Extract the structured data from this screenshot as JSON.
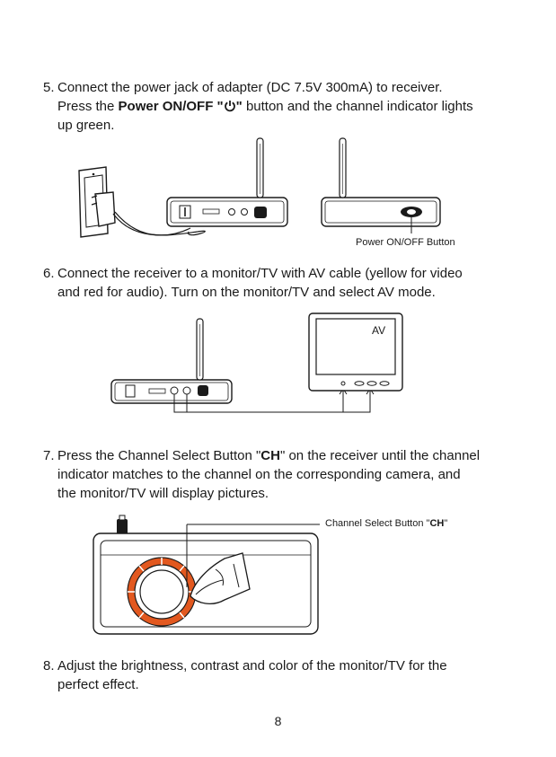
{
  "step5": {
    "number": "5.",
    "line1": "Connect the power jack of adapter (DC 7.5V 300mA) to receiver.",
    "line2_pre": "Press the ",
    "line2_bold": "Power ON/OFF",
    "line2_quote_open": " \"",
    "line2_quote_close": "\"",
    "line2_post": " button and the channel indicator lights",
    "line3": "up green.",
    "icon": "power-icon"
  },
  "figure5": {
    "caption": "Power ON/OFF Button"
  },
  "step6": {
    "number": "6.",
    "line1": "Connect the receiver to a monitor/TV with AV cable (yellow for video",
    "line2": "and red for audio). Turn on the monitor/TV and select AV mode."
  },
  "figure6": {
    "screen_label": "AV"
  },
  "step7": {
    "number": "7.",
    "line1_pre": "Press the Channel Select Button \"",
    "line1_bold": "CH",
    "line1_post": "\"  on the receiver until the channel",
    "line2": "indicator matches to the channel on the corresponding camera, and",
    "line3": "the monitor/TV will display pictures."
  },
  "figure7": {
    "caption_pre": "Channel Select Button \"",
    "caption_bold": "CH",
    "caption_post": "\""
  },
  "step8": {
    "number": "8.",
    "line1": "Adjust the brightness, contrast and color of the monitor/TV for the",
    "line2": "perfect effect."
  },
  "page_number": "8",
  "colors": {
    "ring": "#e2581f",
    "ink": "#1a1a1a"
  }
}
